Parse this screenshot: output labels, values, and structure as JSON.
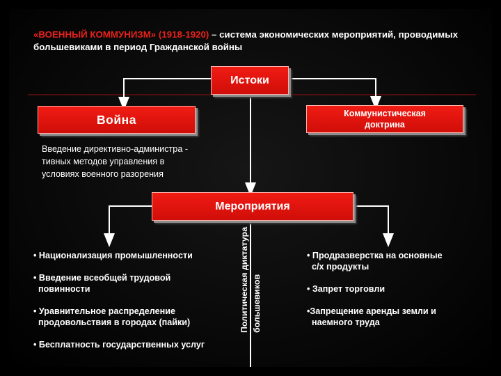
{
  "title": {
    "highlight": "«ВОЕННЫЙ КОММУНИЗМ» (1918-1920)",
    "rest": " – система экономических мероприятий, проводимых большевиками в период Гражданской войны"
  },
  "boxes": {
    "istoki": "Истоки",
    "voyna": "Война",
    "doctrine_line1": "Коммунистическая",
    "doctrine_line2": "доктрина",
    "meropriyatiya": "Мероприятия"
  },
  "note": {
    "line1": "Введение директивно-администра -",
    "line2": "тивных методов управления в",
    "line3": "условиях военного разорения"
  },
  "left_measures": [
    {
      "line1": "• Национализация промышленности",
      "line2": ""
    },
    {
      "line1": "• Введение всеобщей трудовой",
      "line2": "  повинности"
    },
    {
      "line1": "• Уравнительное распределение",
      "line2": "  продовольствия в городах (пайки)"
    },
    {
      "line1": "• Бесплатность государственных услуг",
      "line2": ""
    }
  ],
  "right_measures": [
    {
      "line1": "• Продразверстка на основные",
      "line2": "  с/х продукты"
    },
    {
      "line1": "• Запрет торговли",
      "line2": ""
    },
    {
      "line1": "•Запрещение аренды земли и",
      "line2": "  наемного труда"
    }
  ],
  "vertical_label": {
    "line1": "Политическая диктатура",
    "line2": "большевиков"
  },
  "colors": {
    "accent_red": "#e8211b",
    "box_fill": "#e0140d",
    "background": "#000000",
    "divider_line": "#7a1010"
  }
}
